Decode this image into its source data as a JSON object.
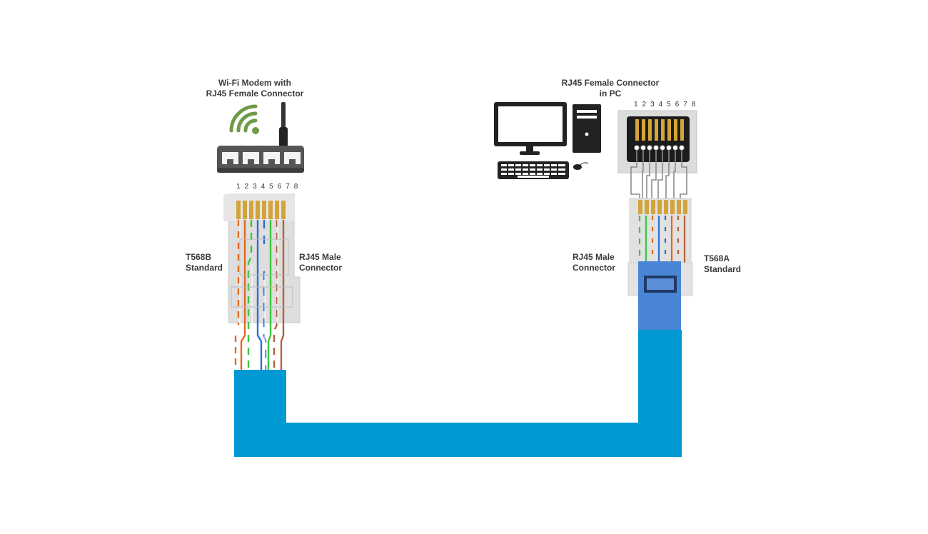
{
  "modem": {
    "label_line1": "Wi-Fi Modem with",
    "label_line2": "RJ45 Female Connector"
  },
  "pc": {
    "label_line1": "RJ45 Female Connector",
    "label_line2": "in PC"
  },
  "left_plug": {
    "standard_line1": "T568B",
    "standard_line2": "Standard",
    "connector_line1": "RJ45 Male",
    "connector_line2": "Connector",
    "pin_numbers": "1 2 3 4 5 6 7 8"
  },
  "right_plug": {
    "standard_line1": "T568A",
    "standard_line2": "Standard",
    "connector_line1": "RJ45 Male",
    "connector_line2": "Connector",
    "pin_numbers": "1 2 3 4 5 6 7 8"
  },
  "colors": {
    "cable": "#0099d4",
    "boot": "#4a86d6",
    "connector": "#dedede",
    "gold": "#d4a43a",
    "wifi": "#6f9a48",
    "orange": "#e06a1e",
    "green": "#3cc63c",
    "blue": "#2f6fd0",
    "brown": "#b5603a"
  },
  "t568b_wires": [
    "white-orange",
    "orange",
    "white-green",
    "blue",
    "white-blue",
    "green",
    "white-brown",
    "brown"
  ],
  "t568a_wires": [
    "white-green",
    "green",
    "white-orange",
    "blue",
    "white-blue",
    "orange",
    "white-brown",
    "brown"
  ]
}
